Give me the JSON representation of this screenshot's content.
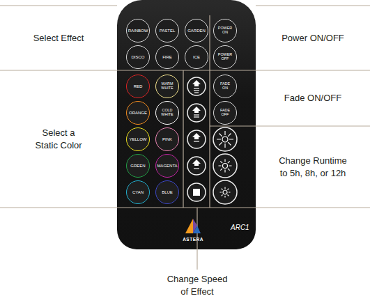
{
  "diagram": {
    "nodes": [
      {
        "text": [
          "Select Effect"
        ]
      },
      {
        "text": [
          "Power ON/OFF"
        ]
      },
      {
        "text": [
          "Select a Static Color"
        ]
      },
      {
        "text": [
          "Fade ON/OFF"
        ]
      },
      {
        "text": [
          "Change Runtime to 5h, 8h, or 12h"
        ]
      },
      {
        "text": [
          "ASTERA",
          "ARC1"
        ]
      },
      {
        "text": [
          "RAINBOW"
        ],
        "in": 5
      },
      {
        "text": [
          "PASTEL"
        ],
        "in": 5
      },
      {
        "text": [
          "GARDEN"
        ],
        "in": 5
      },
      {
        "text": [
          "POWER ON"
        ],
        "in": 5
      },
      {
        "text": [
          "DISCO"
        ],
        "in": 5
      },
      {
        "text": [
          "FIRE"
        ],
        "in": 5
      },
      {
        "text": [
          "ICE"
        ],
        "in": 5
      },
      {
        "text": [
          "POWER OFF"
        ],
        "in": 5
      },
      {
        "text": [
          "RED"
        ],
        "in": 5
      },
      {
        "text": [
          "WARM WHITE"
        ],
        "in": 5
      },
      {
        "text": [
          "FADE ON"
        ],
        "in": 5
      },
      {
        "text": [
          "ORANGE"
        ],
        "in": 5
      },
      {
        "text": [
          "COLD WHITE"
        ],
        "in": 5
      },
      {
        "text": [
          "FADE OFF"
        ],
        "in": 5
      },
      {
        "text": [
          "YELLOW"
        ],
        "in": 5
      },
      {
        "text": [
          "PINK"
        ],
        "in": 5
      },
      {
        "text": [
          "GREEN"
        ],
        "in": 5
      },
      {
        "text": [
          "MAGENTA"
        ],
        "in": 5
      },
      {
        "text": [
          "CYAN"
        ],
        "in": 5
      },
      {
        "text": [
          "BLUE"
        ],
        "in": 5
      }
    ],
    "labels": [
      "Change Speed of Effect"
    ]
  }
}
